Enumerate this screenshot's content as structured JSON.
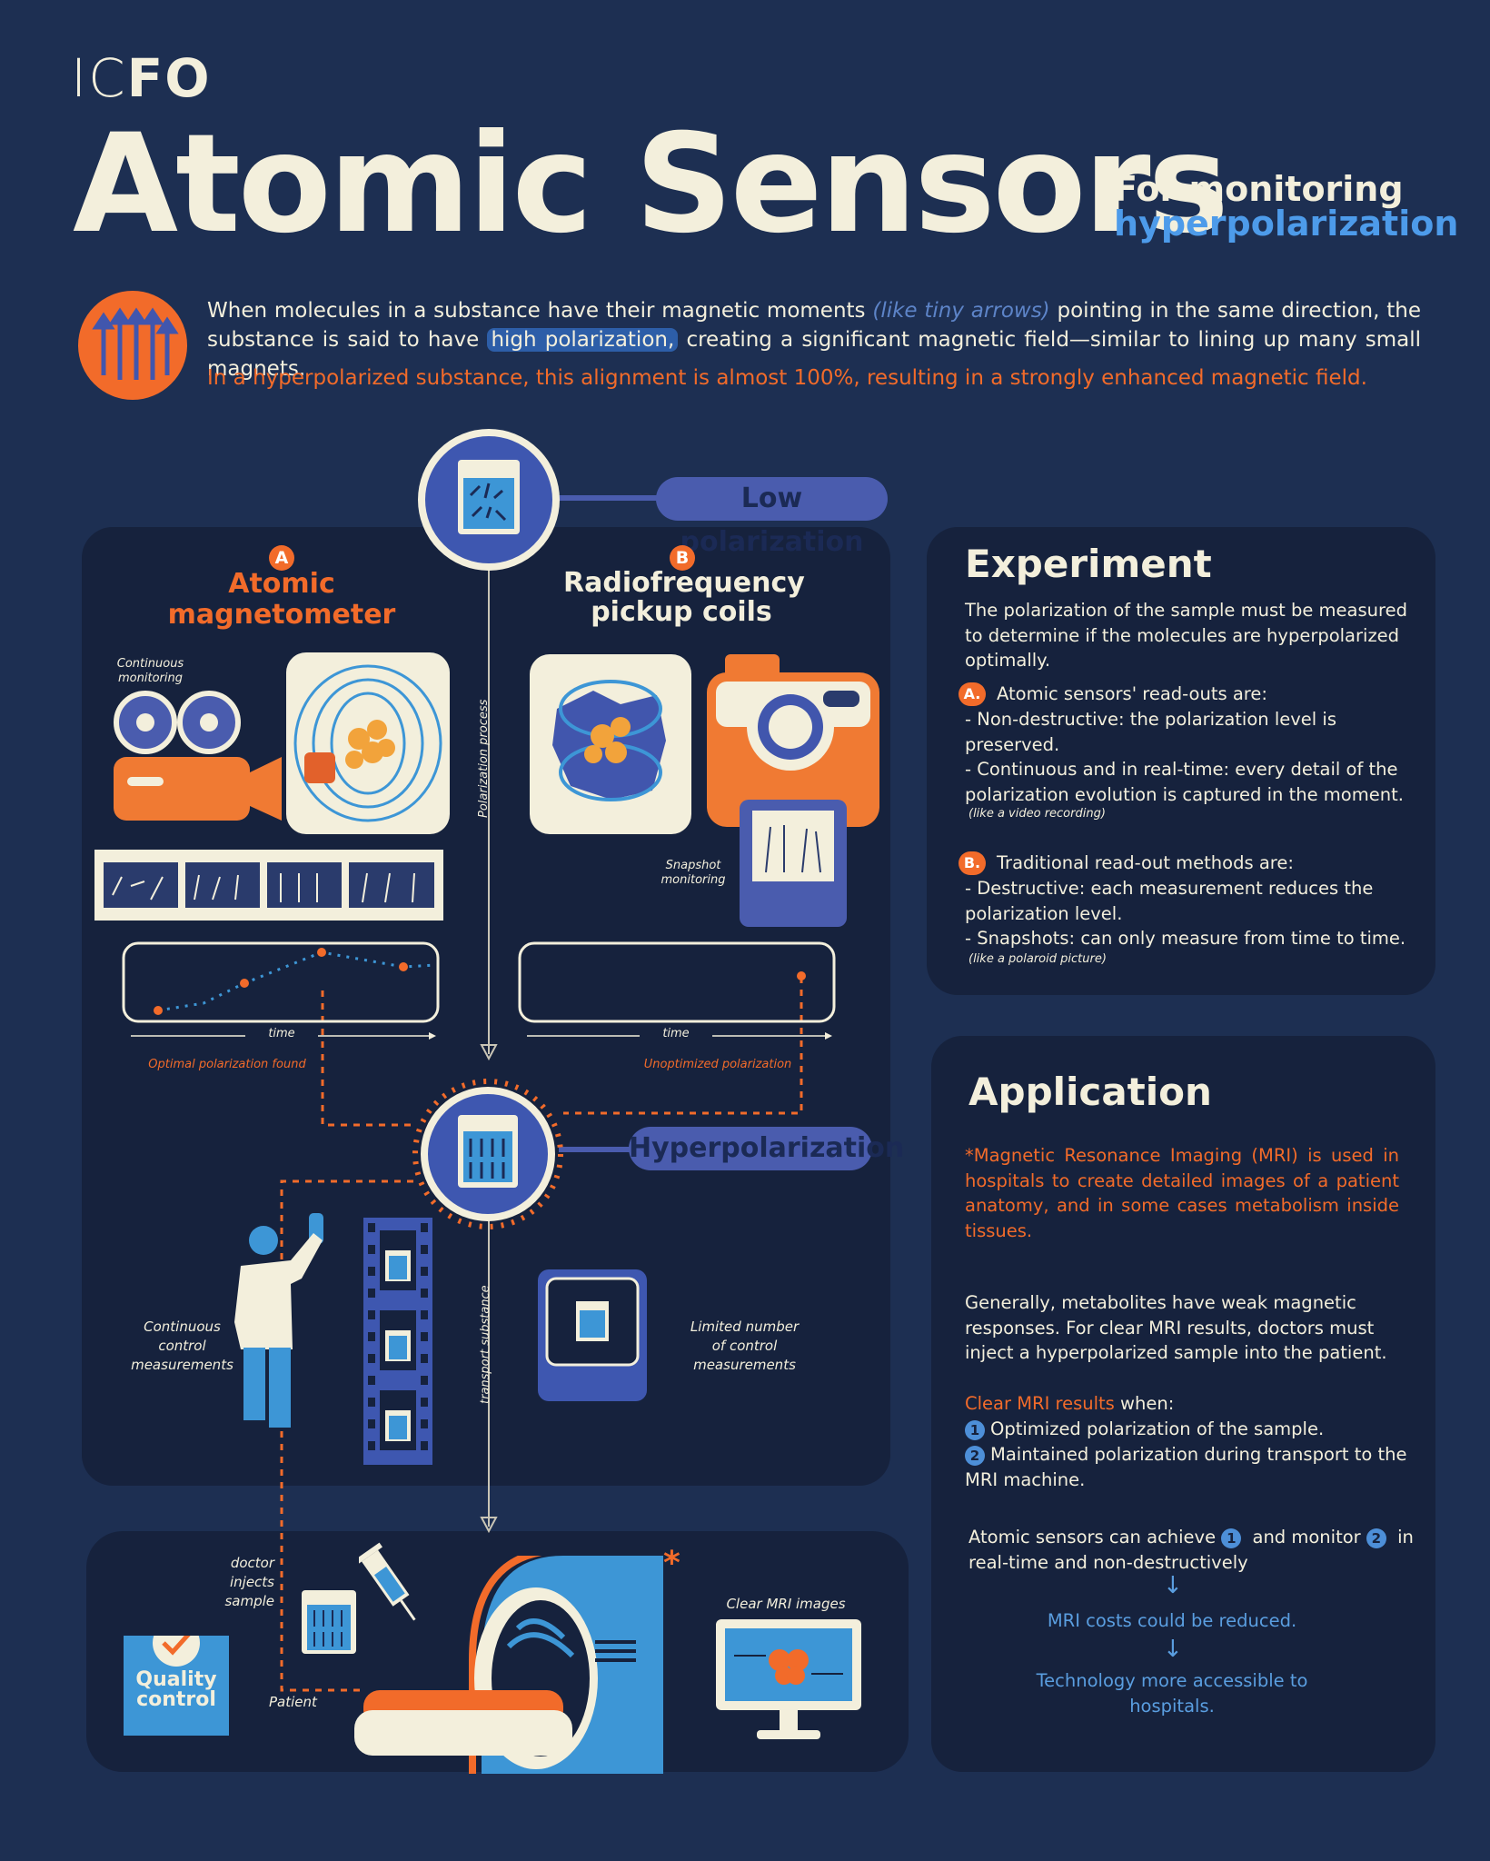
{
  "header": {
    "logo_light": "IC",
    "logo_bold": "FO",
    "title": "Atomic Sensors",
    "subtitle_line1": "For monitoring",
    "subtitle_line2": "hyperpolarization"
  },
  "intro": {
    "p1_a": "When molecules in a substance have their magnetic moments ",
    "p1_italic": "(like tiny arrows)",
    "p1_b": " pointing in the same direction, the substance is said to have ",
    "p1_highlight": "high polarization,",
    "p1_c": " creating a significant magnetic field—similar to lining up many small magnets.",
    "p2": "In a hyperpolarized substance, this alignment is almost 100%, resulting in a strongly enhanced magnetic field."
  },
  "diagram": {
    "low_polarization": "Low polarization",
    "hyperpolarization": "Hyperpolarization",
    "polarization_process": "Polarization process",
    "transport_substance": "transport substance",
    "label_a": "A",
    "label_b": "B",
    "atomic_magnetometer": "Atomic magnetometer",
    "rf_pickup": "Radiofrequency pickup coils",
    "continuous_monitoring": "Continuous monitoring",
    "snapshot_monitoring": "Snapshot monitoring",
    "time": "time",
    "optimal_found": "Optimal polarization found",
    "unoptimized": "Unoptimized polarization",
    "continuous_control": "Continuous control measurements",
    "limited_control": "Limited number of control measurements",
    "doctor_injects": "doctor injects sample",
    "patient": "Patient",
    "clear_mri_images": "Clear MRI images",
    "quality_control": "Quality control",
    "asterisk": "*"
  },
  "experiment": {
    "title": "Experiment",
    "intro": "The polarization of the sample must be measured to determine if the molecules are hyperpolarized optimally.",
    "a_label": "A.",
    "a_head": "Atomic sensors' read-outs are:",
    "a_1": "- Non-destructive: the polarization level is preserved.",
    "a_2": "- Continuous and in real-time: every detail of the polarization evolution is captured in the moment.",
    "a_note": "(like a video recording)",
    "b_label": "B.",
    "b_head": "Traditional read-out methods are:",
    "b_1": "- Destructive: each measurement reduces the polarization level.",
    "b_2": "- Snapshots: can only measure from time to time.",
    "b_note": "(like a polaroid picture)"
  },
  "application": {
    "title": "Application",
    "mri": "*Magnetic Resonance Imaging (MRI) is used in hospitals to create detailed images of a patient anatomy, and in some cases metabolism inside tissues.",
    "general": "Generally, metabolites have weak magnetic responses. For clear MRI results, doctors must inject a hyperpolarized sample into the patient.",
    "clear_a": "Clear MRI results",
    "clear_b": " when:",
    "n1": "1",
    "item1": "Optimized polarization of the sample.",
    "n2": "2",
    "item2": "Maintained polarization during transport to the MRI machine.",
    "achieve_a": "Atomic sensors can achieve ",
    "achieve_b": " and monitor ",
    "achieve_c": " in real-time and non-destructively",
    "arrow": "↓",
    "cost": "MRI costs could be reduced.",
    "access": "Technology more accessible to hospitals."
  }
}
